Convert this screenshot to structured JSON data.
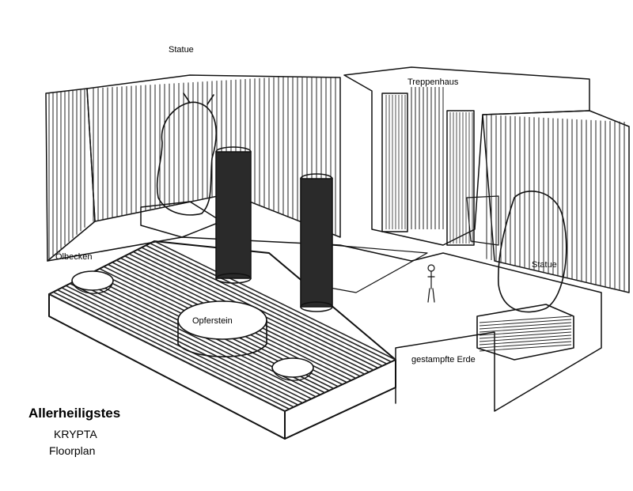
{
  "labels": {
    "statue_top": "Statue",
    "treppenhaus": "Treppenhaus",
    "oelbecken": "Ölbecken",
    "statue_right": "Statue",
    "opferstein": "Opferstein",
    "gestampfte_erde": "gestampfte Erde"
  },
  "title": {
    "main": "Allerheiligstes",
    "line2": "KRYPTA",
    "line3": "Floorplan"
  },
  "colors": {
    "ink": "#111111",
    "paper": "#ffffff"
  }
}
